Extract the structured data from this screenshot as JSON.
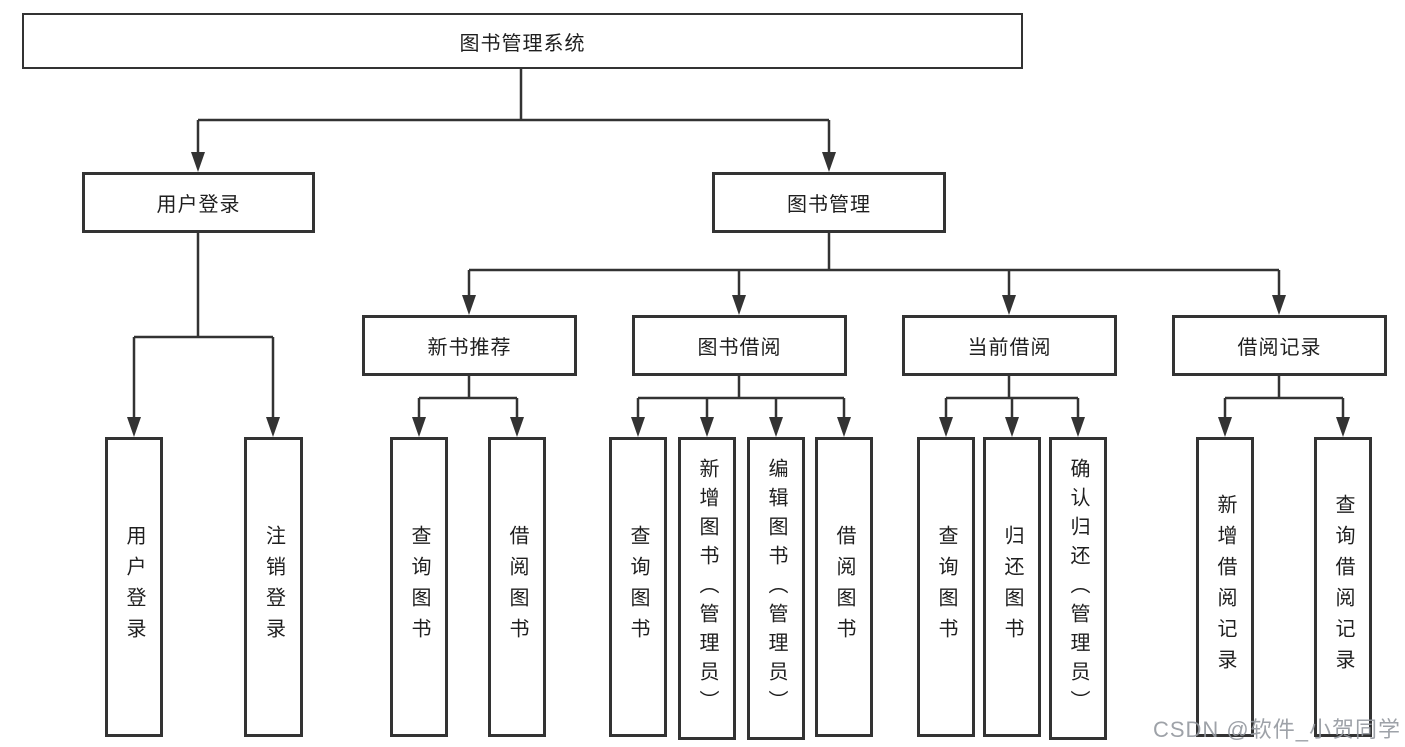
{
  "diagram": {
    "root": {
      "label": "图书管理系统"
    },
    "branches": [
      {
        "label": "用户登录",
        "children": [
          {
            "label": "用户登录"
          },
          {
            "label": "注销登录"
          }
        ]
      },
      {
        "label": "图书管理",
        "children": [
          {
            "label": "新书推荐",
            "children": [
              {
                "label": "查询图书"
              },
              {
                "label": "借阅图书"
              }
            ]
          },
          {
            "label": "图书借阅",
            "children": [
              {
                "label": "查询图书"
              },
              {
                "label": "新增图书（管理员）"
              },
              {
                "label": "编辑图书（管理员）"
              },
              {
                "label": "借阅图书"
              }
            ]
          },
          {
            "label": "当前借阅",
            "children": [
              {
                "label": "查询图书"
              },
              {
                "label": "归还图书"
              },
              {
                "label": "确认归还（管理员）"
              }
            ]
          },
          {
            "label": "借阅记录",
            "children": [
              {
                "label": "新增借阅记录"
              },
              {
                "label": "查询借阅记录"
              }
            ]
          }
        ]
      }
    ]
  },
  "watermark": {
    "text": "CSDN @软件_小贺同学"
  },
  "colors": {
    "line": "#333333",
    "border": "#333333",
    "text": "#1f1f1f",
    "background": "#ffffff",
    "watermark": "#94989e"
  }
}
